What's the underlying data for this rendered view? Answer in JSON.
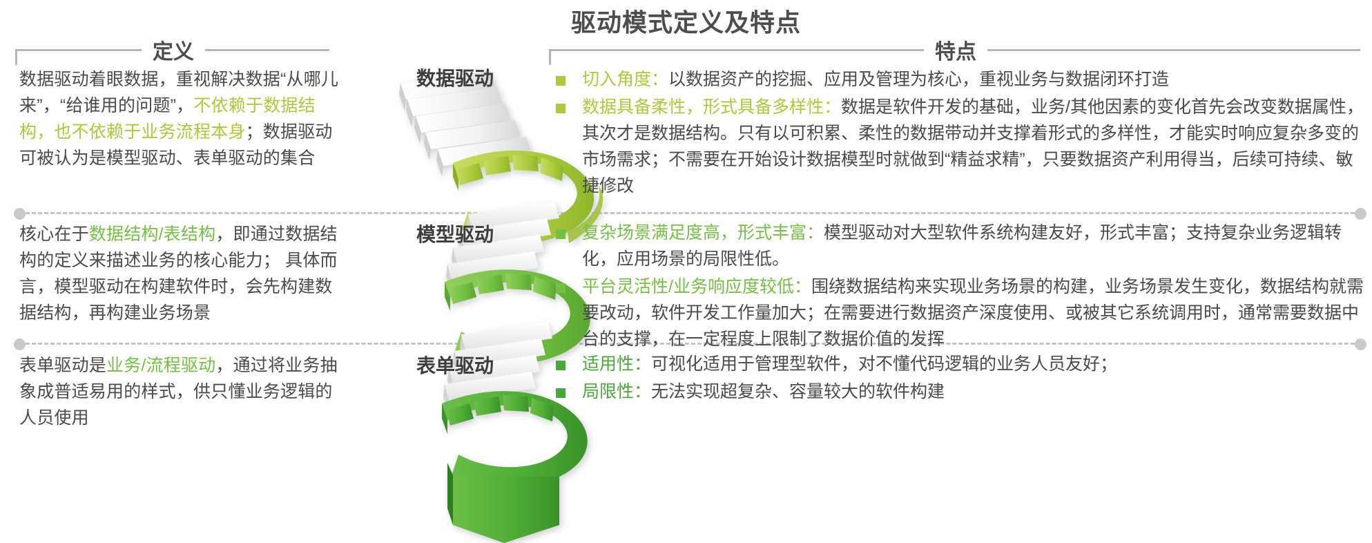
{
  "title": "驱动模式定义及特点",
  "columns": {
    "definition_header": "定义",
    "features_header": "特点"
  },
  "colors": {
    "lime": "#a9cb3a",
    "green": "#74c043",
    "dark_green": "#4aa83a",
    "text": "#4a4a4a",
    "heading": "#4d4d4d",
    "divider": "#c4c4c4"
  },
  "stages": [
    {
      "label": "数据驱动"
    },
    {
      "label": "模型驱动"
    },
    {
      "label": "表单驱动"
    }
  ],
  "definitions": [
    {
      "part_1": "数据驱动着眼数据，重视解决数据“从哪儿来”，“给谁用的问题”，",
      "highlight": "不依赖于数据结构，也不依赖于业务流程本身",
      "part_2": "；数据驱动可被认为是模型驱动、表单驱动的集合"
    },
    {
      "part_1": "核心在于",
      "highlight": "数据结构/表结构",
      "part_2": "，即通过数据结构的定义来描述业务的核心能力； 具体而言，模型驱动在构建软件时，会先构建数据结构，再构建业务场景"
    },
    {
      "part_1": "表单驱动是",
      "highlight": "业务/流程驱动",
      "part_2": "，通过将业务抽象成普适易用的样式，供只懂业务逻辑的人员使用"
    }
  ],
  "features": [
    {
      "bullets": [
        {
          "lead": "切入角度：",
          "body": "以数据资产的挖掘、应用及管理为核心，重视业务与数据闭环打造"
        },
        {
          "lead": "数据具备柔性，形式具备多样性：",
          "body": "数据是软件开发的基础，业务/其他因素的变化首先会改变数据属性，其次才是数据结构。只有以可积累、柔性的数据带动并支撑着形式的多样性，才能实时响应复杂多变的市场需求；不需要在开始设计数据模型时就做到“精益求精”，只要数据资产利用得当，后续可持续、敏捷修改"
        }
      ]
    },
    {
      "bullets": [
        {
          "lead": "复杂场景满足度高，形式丰富：",
          "body": "模型驱动对大型软件系统构建友好，形式丰富；支持复杂业务逻辑转化，应用场景的局限性低。"
        },
        {
          "lead": "平台灵活性/业务响应度较低：",
          "body": "围绕数据结构来实现业务场景的构建，业务场景发生变化，数据结构就需要改动，软件开发工作量加大；在需要进行数据资产深度使用、或被其它系统调用时，通常需要数据中台的支撑，在一定程度上限制了数据价值的发挥"
        }
      ]
    },
    {
      "bullets": [
        {
          "lead": "适用性：",
          "body": "可视化适用于管理型软件，对不懂代码逻辑的业务人员友好；"
        },
        {
          "lead": "局限性：",
          "body": "无法实现超复杂、容量较大的软件构建"
        }
      ]
    }
  ]
}
